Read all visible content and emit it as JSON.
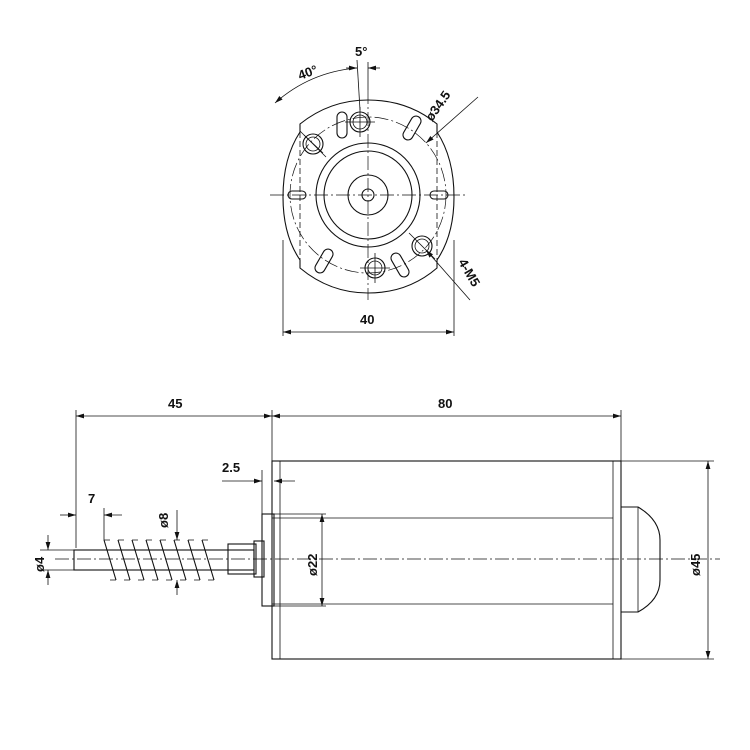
{
  "front_view": {
    "angle_40": "40°",
    "angle_5": "5°",
    "dia_pitch": "ø34.5",
    "holes": "4-M5",
    "width": "40"
  },
  "side_view": {
    "shaft_length": "45",
    "body_length": "80",
    "flange_thickness": "2.5",
    "screw_pitch": "7",
    "dia_screw": "ø8",
    "dia_shaft": "ø4",
    "dia_boss": "ø22",
    "dia_body": "ø45"
  }
}
